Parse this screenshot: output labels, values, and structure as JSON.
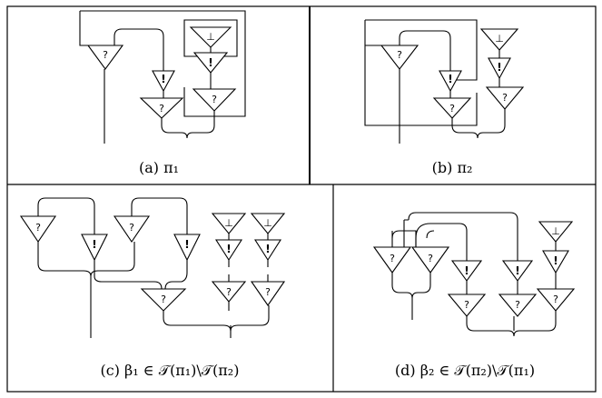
{
  "symbols": {
    "why_not": "?",
    "of_course": "!",
    "bottom": "⊥"
  },
  "captions": {
    "a": "(a) π₁",
    "b": "(b) π₂",
    "c": "(c) β₁ ∈ 𝒯(π₁)\\𝒯(π₂)",
    "d": "(d) β₂ ∈ 𝒯(π₂)\\𝒯(π₁)"
  }
}
